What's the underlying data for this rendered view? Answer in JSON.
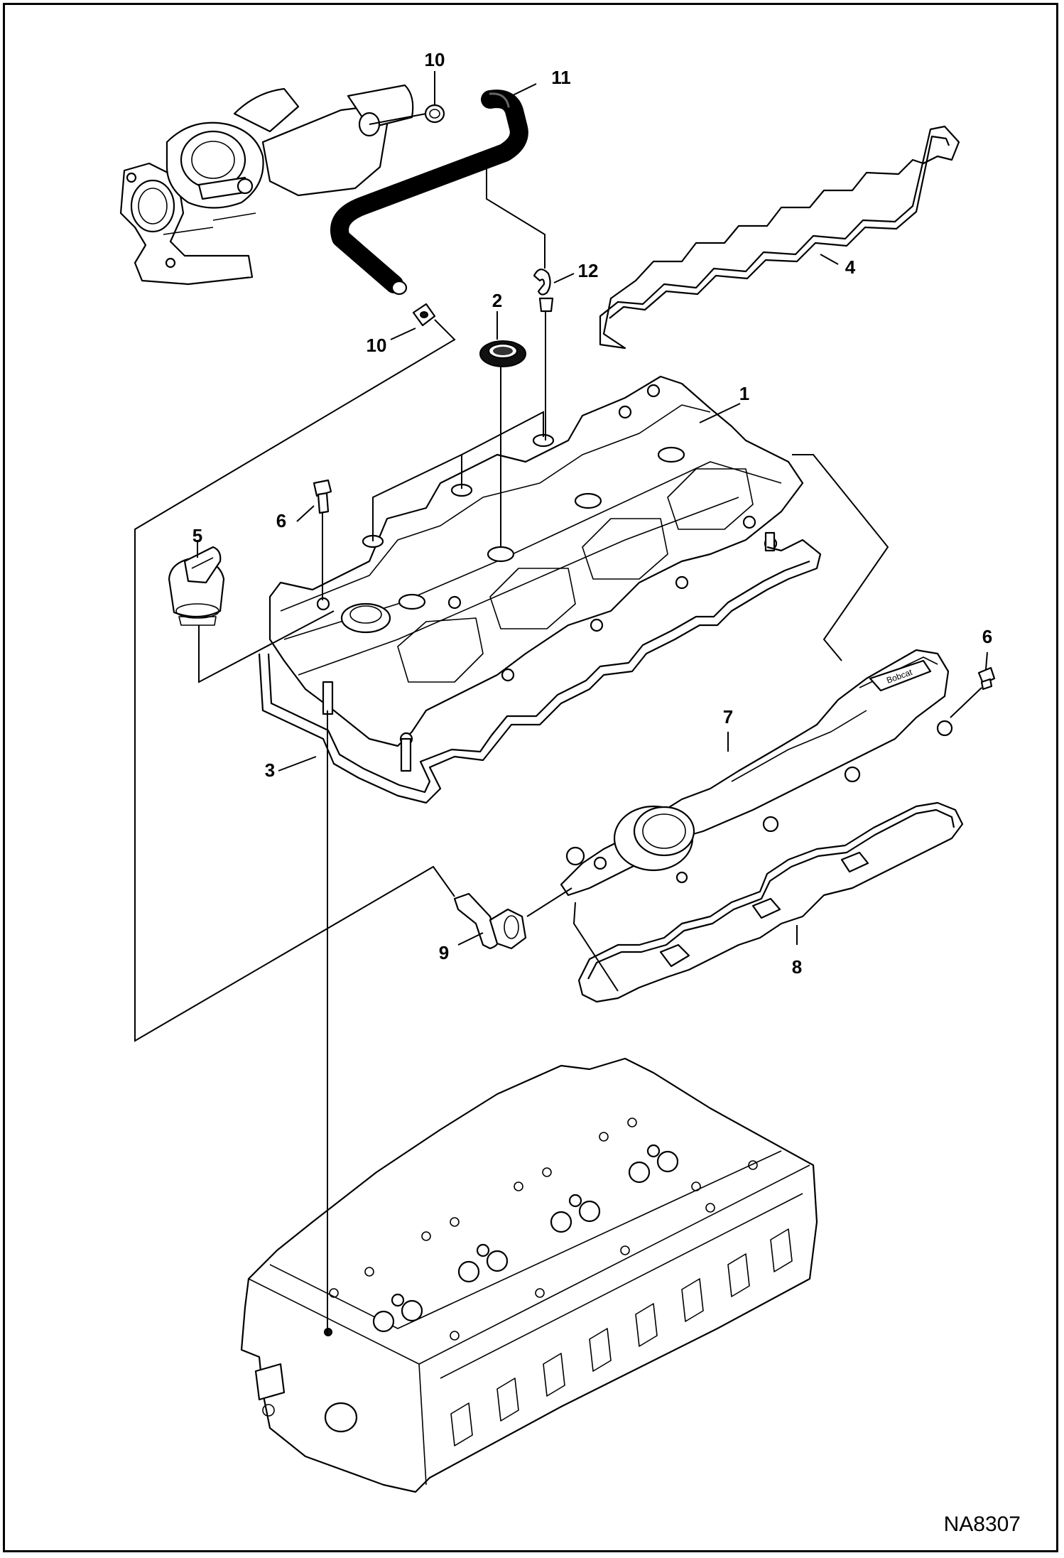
{
  "figure_id": "NA8307",
  "callouts": [
    {
      "id": "c10a",
      "label": "10"
    },
    {
      "id": "c11",
      "label": "11"
    },
    {
      "id": "c12",
      "label": "12"
    },
    {
      "id": "c4",
      "label": "4"
    },
    {
      "id": "c2",
      "label": "2"
    },
    {
      "id": "c10b",
      "label": "10"
    },
    {
      "id": "c1",
      "label": "1"
    },
    {
      "id": "c6a",
      "label": "6"
    },
    {
      "id": "c5",
      "label": "5"
    },
    {
      "id": "c3",
      "label": "3"
    },
    {
      "id": "c6b",
      "label": "6"
    },
    {
      "id": "c7",
      "label": "7"
    },
    {
      "id": "c9",
      "label": "9"
    },
    {
      "id": "c8",
      "label": "8"
    }
  ]
}
